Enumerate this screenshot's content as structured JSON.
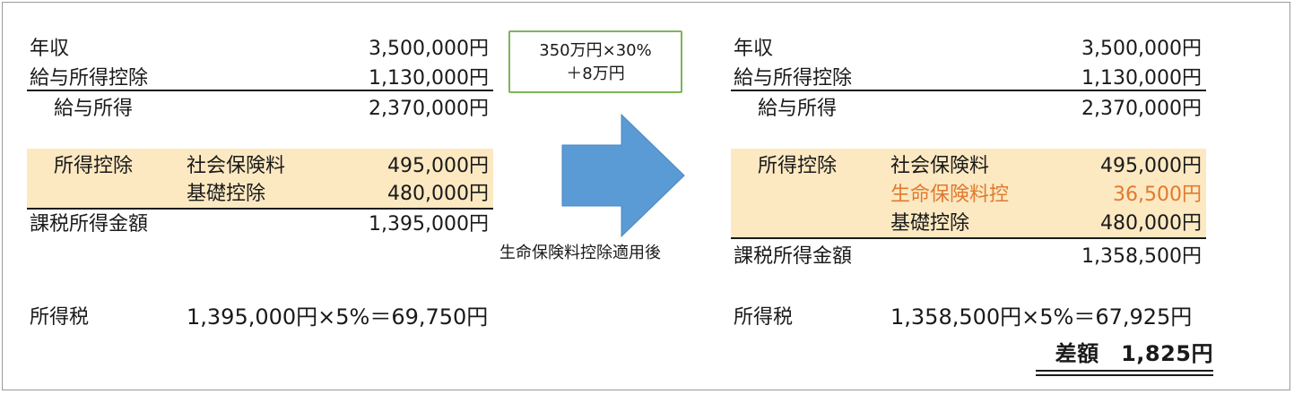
{
  "before": {
    "income_label": "年収",
    "income_value": "3,500,000円",
    "salary_deduction_label": "給与所得控除",
    "salary_deduction_value": "1,130,000円",
    "salary_income_label": "給与所得",
    "salary_income_value": "2,370,000円",
    "deductions_label": "所得控除",
    "deductions": [
      {
        "name": "社会保険料",
        "value": "495,000円"
      },
      {
        "name": "基礎控除",
        "value": "480,000円"
      }
    ],
    "taxable_label": "課税所得金額",
    "taxable_value": "1,395,000円",
    "tax_label": "所得税",
    "tax_formula": "1,395,000円×5%＝69,750円"
  },
  "callout": {
    "line1": "350万円×30%",
    "line2": "＋8万円"
  },
  "arrow_caption": "生命保険料控除適用後",
  "after": {
    "income_label": "年収",
    "income_value": "3,500,000円",
    "salary_deduction_label": "給与所得控除",
    "salary_deduction_value": "1,130,000円",
    "salary_income_label": "給与所得",
    "salary_income_value": "2,370,000円",
    "deductions_label": "所得控除",
    "deductions": [
      {
        "name": "社会保険料",
        "value": "495,000円"
      },
      {
        "name": "生命保険料控",
        "value": "36,500円"
      },
      {
        "name": "基礎控除",
        "value": "480,000円"
      }
    ],
    "taxable_label": "課税所得金額",
    "taxable_value": "1,358,500円",
    "tax_label": "所得税",
    "tax_formula": "1,358,500円×5%＝67,925円",
    "difference": "差額　1,825円"
  },
  "colors": {
    "band": "#fce9c2",
    "highlight": "#e07a2e",
    "arrow": "#5b9bd5",
    "callout_border": "#7cb55a"
  }
}
